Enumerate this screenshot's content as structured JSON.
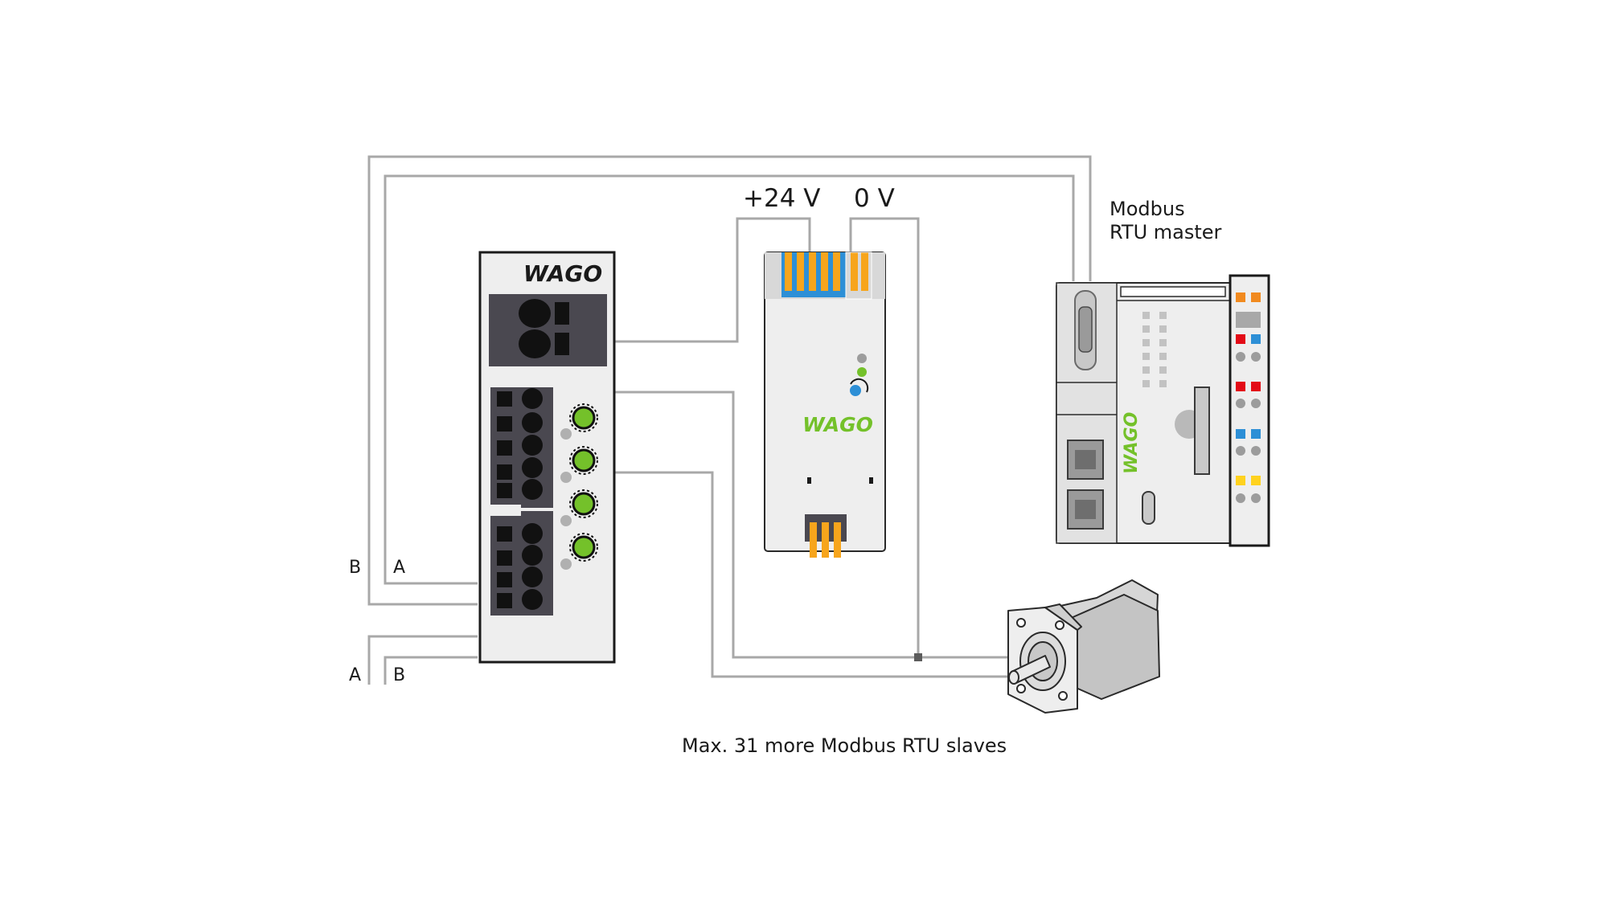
{
  "labels": {
    "voltage_positive": "+24 V",
    "voltage_zero": "0 V",
    "master_line1": "Modbus",
    "master_line2": "RTU master",
    "bus_in_b": "B",
    "bus_in_a": "A",
    "bus_out_a": "A",
    "bus_out_b": "B",
    "more_slaves": "Max. 31 more Modbus RTU slaves"
  },
  "logos": {
    "gateway_logo": "WAGO",
    "power_supply_logo": "WAGO",
    "controller_logo": "WAGO"
  },
  "colors": {
    "wire": "#a8a8a8",
    "device_body": "#eeeeee",
    "connector_dark": "#4a4850",
    "accent_orange": "#f7a51c",
    "accent_blue": "#2d8fd6",
    "wago_green": "#74c12a",
    "led_red": "#e30b17",
    "led_yellow": "#ffd21f"
  }
}
